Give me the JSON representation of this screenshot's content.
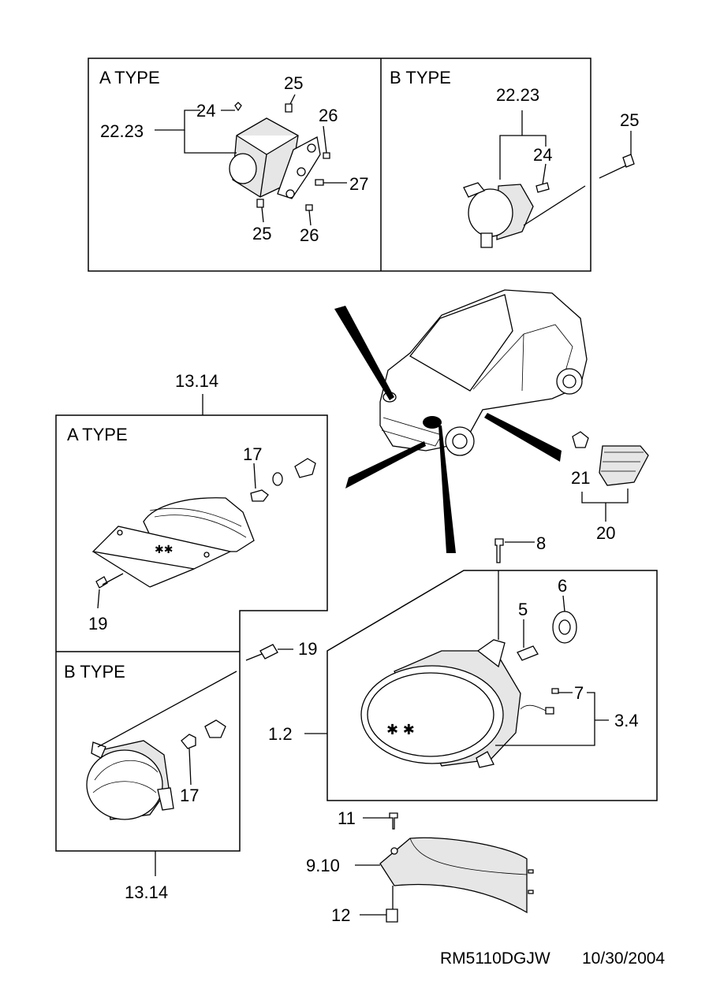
{
  "diagram": {
    "panels": {
      "top_a_title": "A TYPE",
      "top_b_title": "B TYPE",
      "left_a_title": "A TYPE",
      "left_b_title": "B TYPE"
    },
    "labels": {
      "ta_25a": "25",
      "ta_24": "24",
      "ta_2223": "22.23",
      "ta_26a": "26",
      "ta_27": "27",
      "ta_25b": "25",
      "ta_26b": "26",
      "tb_2223": "22.23",
      "tb_24": "24",
      "tb_25": "25",
      "la_1314": "13.14",
      "la_17": "17",
      "la_19": "19",
      "lb_19": "19",
      "lb_17": "17",
      "lb_1314": "13.14",
      "hl_8": "8",
      "hl_6": "6",
      "hl_5": "5",
      "hl_7": "7",
      "hl_34": "3.4",
      "hl_12": "1.2",
      "sm_21": "21",
      "sm_20": "20",
      "bz_11": "11",
      "bz_910": "9.10",
      "bz_12": "12"
    },
    "footer": {
      "code": "RM5110DGJW",
      "date": "10/30/2004"
    }
  }
}
